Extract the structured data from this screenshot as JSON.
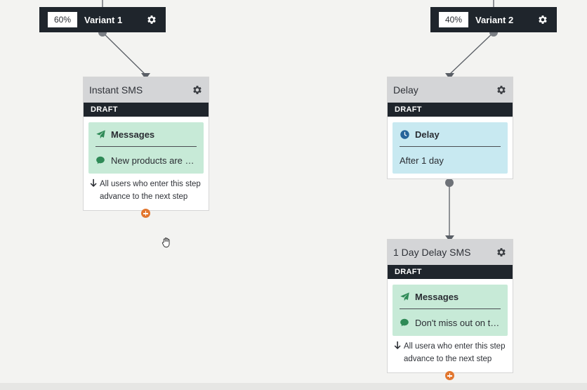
{
  "variants": [
    {
      "percent": "60%",
      "label": "Variant 1"
    },
    {
      "percent": "40%",
      "label": "Variant 2"
    }
  ],
  "cards": {
    "instant_sms": {
      "title": "Instant SMS",
      "status": "DRAFT",
      "panel_title": "Messages",
      "panel_detail": "New products are h...",
      "advance_text": "All users who enter this step advance to the next step"
    },
    "delay": {
      "title": "Delay",
      "status": "DRAFT",
      "panel_title": "Delay",
      "panel_detail": "After 1 day"
    },
    "one_day_delay_sms": {
      "title": "1 Day Delay SMS",
      "status": "DRAFT",
      "panel_title": "Messages",
      "panel_detail": "Don't miss out on th...",
      "advance_text": "All usera who enter this step advance to the next step"
    }
  },
  "icons": {
    "gear": "gear-icon",
    "send": "paper-plane-icon",
    "chat": "chat-bubble-icon",
    "clock": "clock-icon",
    "arrow": "arrow-down-icon",
    "add": "add-step-icon",
    "cursor": "grab-hand-cursor-icon"
  },
  "colors": {
    "dark_header": "#1f252c",
    "card_head": "#d4d5d7",
    "message_panel": "#c7ead7",
    "delay_panel": "#c8e9f1",
    "add_button": "#e2772f",
    "wire": "#5a5f66"
  }
}
